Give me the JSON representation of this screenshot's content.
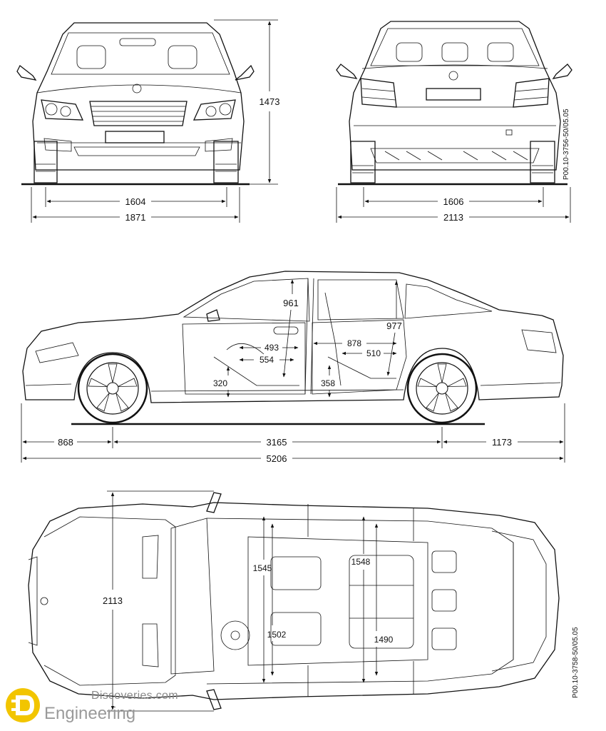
{
  "front_view": {
    "height": "1473",
    "track": "1604",
    "width": "1871"
  },
  "rear_view": {
    "track": "1606",
    "width_mirrors": "2113",
    "drawing_code": "P00.10-3756-50/05.05"
  },
  "side_view": {
    "front_headroom": "961",
    "rear_headroom": "977",
    "front_seat_depth": "493",
    "front_legroom": "554",
    "rear_seat_depth": "878",
    "rear_legroom": "510",
    "front_seat_height": "320",
    "rear_seat_height": "358",
    "front_overhang": "868",
    "wheelbase": "3165",
    "rear_overhang": "1173",
    "length": "5206"
  },
  "top_view": {
    "width_mirrors": "2113",
    "front_shoulder": "1545",
    "rear_shoulder": "1548",
    "front_hip": "1502",
    "rear_hip": "1490",
    "drawing_code": "P00.10-3758-50/05.05"
  },
  "watermark": {
    "line1": "Discoveries.com",
    "line2": "Engineering",
    "brand_color": "#f2c500"
  }
}
